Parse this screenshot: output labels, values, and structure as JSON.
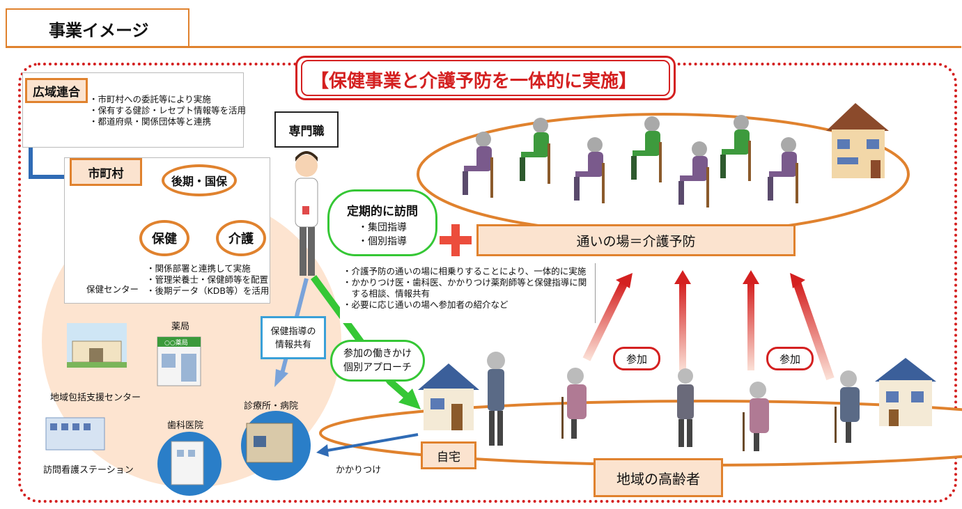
{
  "header": {
    "title": "事業イメージ"
  },
  "banner": {
    "title": "【保健事業と介護予防を一体的に実施】"
  },
  "kouiki": {
    "label": "広域連合",
    "notes": [
      "・市町村への委託等により実施",
      "・保有する健診・レセプト情報等を活用",
      "・都道府県・関係団体等と連携"
    ]
  },
  "shichoson": {
    "label": "市町村",
    "kouki_kokuho": "後期・国保",
    "hoken": "保健",
    "kaigo": "介護",
    "center_label": "保健センター",
    "notes": [
      "・関係部署と連携して実施",
      "・管理栄養士・保健師等を配置",
      "・後期データ（KDB等）を活用"
    ]
  },
  "senmonshoku": {
    "label": "専門職"
  },
  "teiki": {
    "title": "定期的に訪問",
    "items": [
      "・集団指導",
      "・個別指導"
    ]
  },
  "kayoi": {
    "label": "通いの場＝介護予防"
  },
  "middle_notes": [
    "・介護予防の通いの場に相乗りすることにより、一体的に実施",
    "・かかりつけ医・歯科医、かかりつけ薬剤師等と保健指導に関",
    "　する相談、情報共有",
    "・必要に応じ通いの場へ参加者の紹介など"
  ],
  "sanka_badges": [
    "参加",
    "参加"
  ],
  "hatarakikake": [
    "参加の働きかけ",
    "個別アプローチ"
  ],
  "joho_kyoyu": [
    "保健指導の",
    "情報共有"
  ],
  "facilities": {
    "yakkyoku": "薬局",
    "store_sign": "○○薬局",
    "houkatsu": "地域包括支援センター",
    "shinryojo": "診療所・病院",
    "shika": "歯科医院",
    "houmon": "訪問看護ステーション",
    "kakaritsuke": "かかりつけ"
  },
  "jitaku": {
    "label": "自宅"
  },
  "koreisha": {
    "label": "地域の高齢者"
  },
  "colors": {
    "orange": "#e0822e",
    "light_orange": "#fbe3cf",
    "red": "#d42020",
    "green": "#35c735",
    "blue": "#2f6bb5",
    "peach": "#fde4d0"
  }
}
